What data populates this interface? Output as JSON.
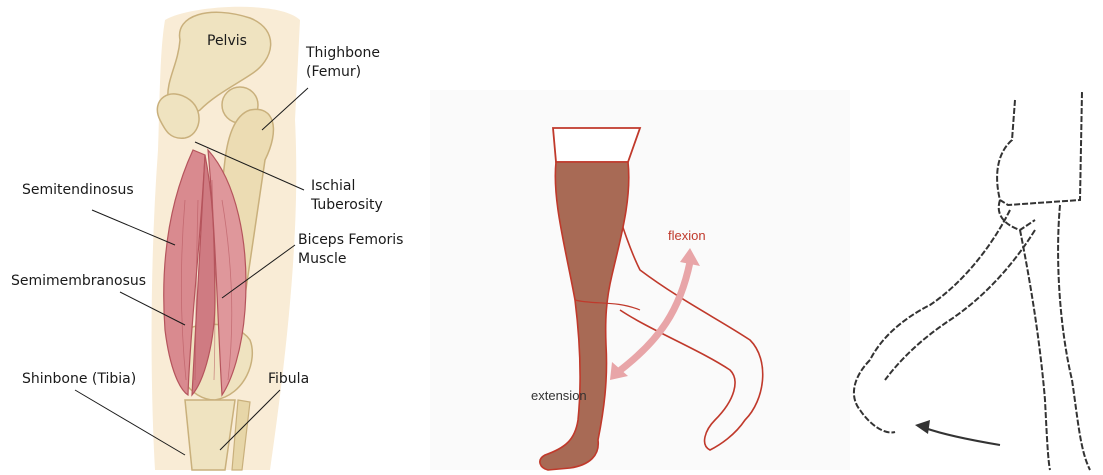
{
  "anatomy": {
    "pelvis": "Pelvis",
    "thighbone_line1": "Thighbone",
    "thighbone_line2": "(Femur)",
    "ischial_line1": "Ischial",
    "ischial_line2": "Tuberosity",
    "semitendinosus": "Semitendinosus",
    "biceps_line1": "Biceps Femoris",
    "biceps_line2": "Muscle",
    "semimembranosus": "Semimembranosus",
    "shinbone": "Shinbone (Tibia)",
    "fibula": "Fibula"
  },
  "motion": {
    "flexion": "flexion",
    "extension": "extension"
  },
  "colors": {
    "bone": "#efe3c0",
    "bone_shadow": "#d8c79a",
    "muscle": "#d98a8f",
    "muscle_dark": "#b5545c",
    "skin": "#a86a55",
    "outline_red": "#c0392b",
    "arrow_pink": "#e8a5a8"
  }
}
